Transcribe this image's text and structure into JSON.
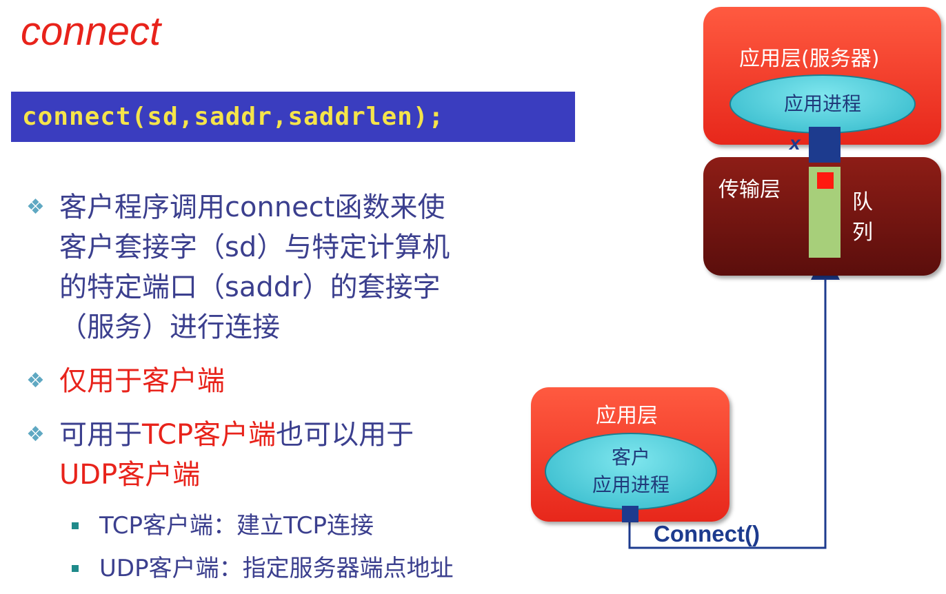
{
  "title": "connect",
  "code": "connect(sd,saddr,saddrlen);",
  "bullets": [
    {
      "parts": [
        "客户程序调用connect函数来使",
        "客户套接字（sd）与特定计算机",
        "的特定端口（saddr）的套接字",
        "（服务）进行连接"
      ]
    },
    {
      "text": "仅用于客户端"
    },
    {
      "pre": "可用于",
      "highlight": "TCP客户端",
      "post": "也可以用于",
      "line2": "UDP客户端"
    }
  ],
  "subbullets": [
    "TCP客户端：建立TCP连接",
    "UDP客户端：指定服务器端点地址"
  ],
  "diagram": {
    "server_app_layer": "应用层(服务器)",
    "server_process": "应用进程",
    "transport_layer": "传输层",
    "queue_label_1": "队",
    "queue_label_2": "列",
    "x_mark": "x",
    "client_app_layer": "应用层",
    "client_process_1": "客户",
    "client_process_2": "应用进程",
    "connect_call": "Connect()"
  },
  "colors": {
    "title": "#e8231b",
    "code_bg": "#3a3dbf",
    "code_text": "#f5e44a",
    "body_text": "#3b3f8e",
    "highlight": "#e8231b",
    "box_red": "#ef3a25",
    "box_dark": "#6f1410",
    "ellipse": "#4fcbd9",
    "queue": "#a7cf7a",
    "connector": "#1d3b8e"
  }
}
